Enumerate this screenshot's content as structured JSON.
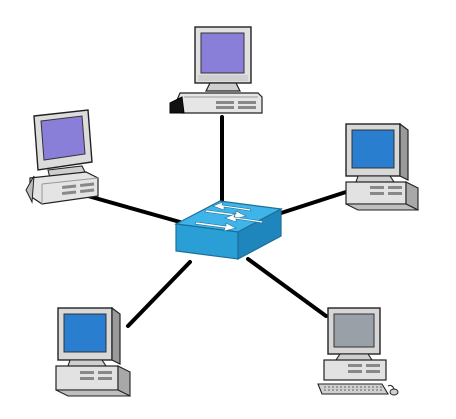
{
  "diagram": {
    "topology": "star",
    "hub": {
      "kind": "network-switch",
      "color": "#2a9fd6"
    },
    "nodes": [
      {
        "id": "top",
        "kind": "desktop-computer",
        "screen_color": "#8a7fd8"
      },
      {
        "id": "upper-left",
        "kind": "desktop-computer",
        "screen_color": "#8a7fd8"
      },
      {
        "id": "upper-right",
        "kind": "desktop-computer",
        "screen_color": "#2a7ed0"
      },
      {
        "id": "lower-left",
        "kind": "desktop-computer",
        "screen_color": "#2a7ed0"
      },
      {
        "id": "lower-right",
        "kind": "desktop-computer",
        "screen_color": "#9aa0a8"
      }
    ],
    "links": [
      {
        "from": "hub",
        "to": "top"
      },
      {
        "from": "hub",
        "to": "upper-left"
      },
      {
        "from": "hub",
        "to": "upper-right"
      },
      {
        "from": "hub",
        "to": "lower-left"
      },
      {
        "from": "hub",
        "to": "lower-right"
      }
    ]
  }
}
